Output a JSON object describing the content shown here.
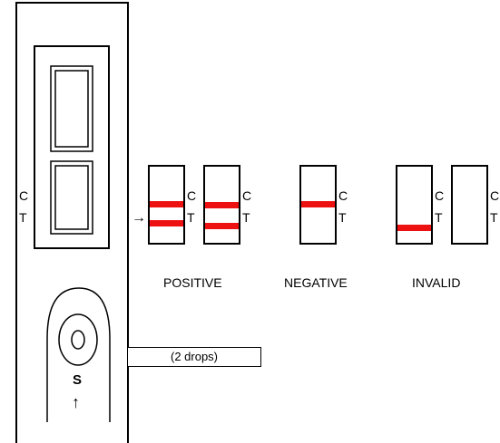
{
  "device": {
    "c_label": "C",
    "t_label": "T",
    "sample_label": "S",
    "arrow_up": "↑",
    "drops_label": "(2 drops)"
  },
  "pointer_arrow": "→",
  "line_color": "#ee1111",
  "results": {
    "positive": {
      "caption": "POSITIVE",
      "strips": [
        {
          "c_label": "C",
          "t_label": "T",
          "c_line": true,
          "t_line": true
        },
        {
          "c_label": "C",
          "t_label": "T",
          "c_line": true,
          "t_line": true
        }
      ]
    },
    "negative": {
      "caption": "NEGATIVE",
      "strips": [
        {
          "c_label": "C",
          "t_label": "T",
          "c_line": true,
          "t_line": false
        }
      ]
    },
    "invalid": {
      "caption": "INVALID",
      "strips": [
        {
          "c_label": "C",
          "t_label": "T",
          "c_line": false,
          "t_line": true
        },
        {
          "c_label": "C",
          "t_label": "T",
          "c_line": false,
          "t_line": false
        }
      ]
    }
  }
}
